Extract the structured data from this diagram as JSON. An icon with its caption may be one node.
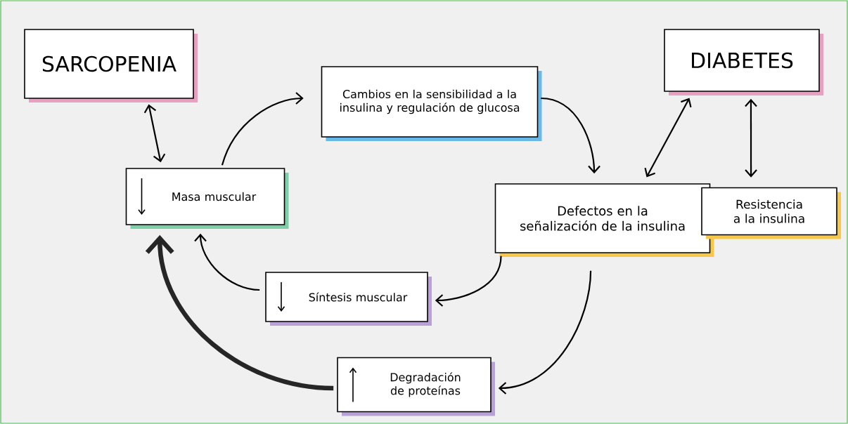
{
  "diagram": {
    "nodes": [
      {
        "text": [
          "SARCOPENIA"
        ]
      },
      {
        "text": [
          "Masa muscular"
        ]
      },
      {
        "text": [
          "Cambios en la sensibilidad a la insulina y regulación de glucosa"
        ]
      },
      {
        "text": [
          "DIABETES"
        ]
      },
      {
        "text": [
          "Defectos en la señalización de la insulina"
        ]
      },
      {
        "text": [
          "Resistencia a la insulina"
        ]
      },
      {
        "text": [
          "Síntesis muscular"
        ]
      },
      {
        "text": [
          "Degradación de proteínas"
        ]
      }
    ],
    "edges": [
      {
        "from": 0,
        "to": 1,
        "arrow": "both"
      },
      {
        "from": 1,
        "to": 2,
        "arrow": "to"
      },
      {
        "from": 2,
        "to": 4,
        "arrow": "to"
      },
      {
        "from": 3,
        "to": 4,
        "arrow": "both"
      },
      {
        "from": 3,
        "to": 5,
        "arrow": "both"
      },
      {
        "from": 4,
        "to": 6,
        "arrow": "to"
      },
      {
        "from": 6,
        "to": 1,
        "arrow": "to"
      },
      {
        "from": 4,
        "to": 7,
        "arrow": "to"
      },
      {
        "from": 7,
        "to": 1,
        "arrow": "to",
        "style": "thick"
      }
    ]
  }
}
